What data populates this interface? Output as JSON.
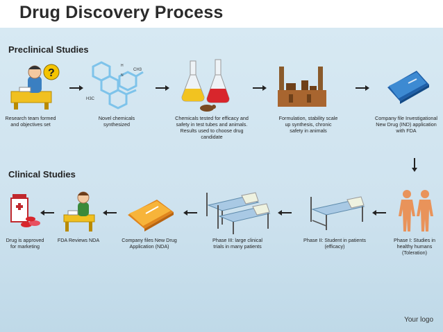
{
  "title": "Drug Discovery Process",
  "sections": {
    "preclinical": "Preclinical Studies",
    "clinical": "Clinical Studies"
  },
  "steps": {
    "research_team": "Research team formed and objectives set",
    "novel_chemicals": "Novel chemicals synthesized",
    "chemicals_tested": "Chemicals tested for efficacy and safety in test tubes and animals. Results used to choose drug candidate",
    "formulation": "Formulation, stability scale up synthesis, chronic safety in animals",
    "ind": "Company file Investigational New Drug (IND) application with FDA",
    "phase1": "Phase I: Studies in healthy humans (Toleration)",
    "phase2": "Phase II: Student in patients (efficacy)",
    "phase3": "Phase III: large clinical trials in many patients",
    "nda": "Company files New Drug Application (NDA)",
    "fda_review": "FDA Reviews NDA",
    "approved": "Drug is approved for marketing"
  },
  "molecule_labels": {
    "h3c": "H3C",
    "ch3": "CH3",
    "n": "N",
    "h": "H"
  },
  "logo": "Your logo"
}
